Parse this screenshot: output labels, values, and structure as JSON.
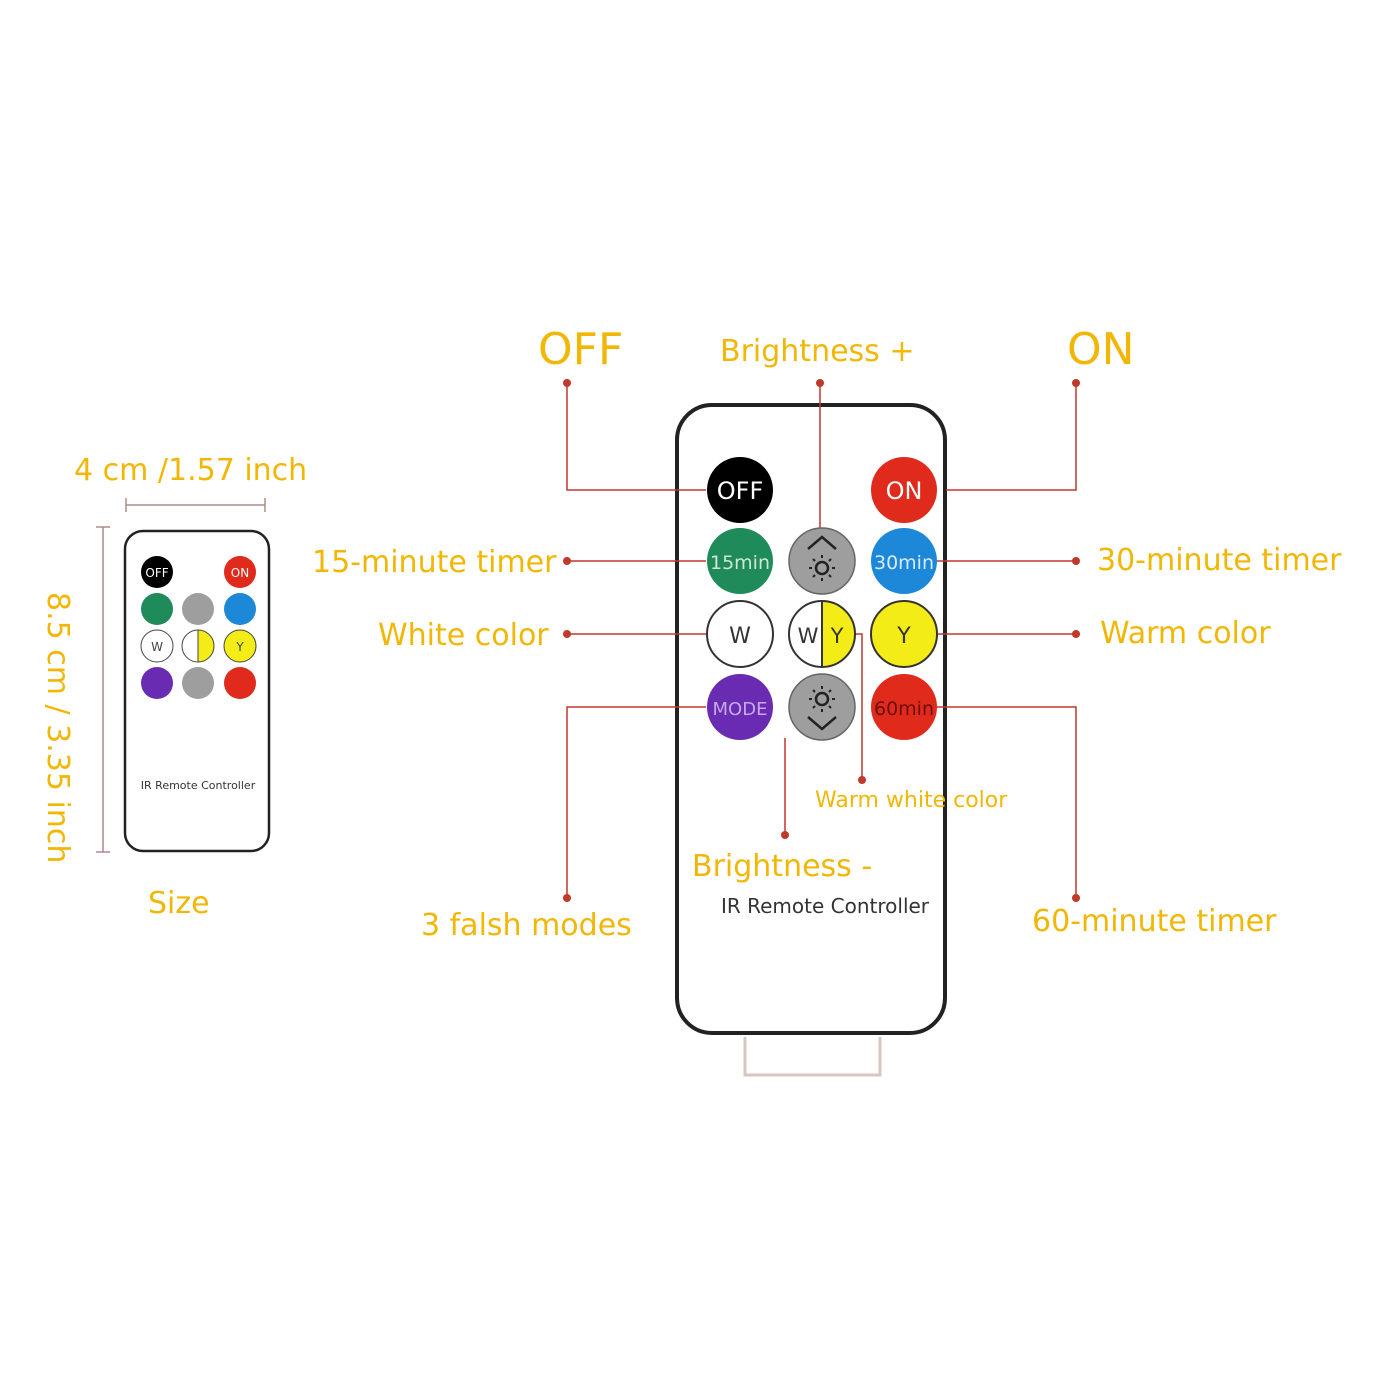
{
  "labels": {
    "off": "OFF",
    "brightness_plus": "Brightness +",
    "on": "ON",
    "timer_15": "15-minute timer",
    "timer_30": "30-minute timer",
    "white_color": "White color",
    "warm_color": "Warm color",
    "warm_white_color": "Warm white  color",
    "brightness_minus": "Brightness -",
    "flash_modes": "3 falsh modes",
    "timer_60": "60-minute timer"
  },
  "size_panel": {
    "width_label": "4 cm /1.57 inch",
    "height_label": "8.5 cm / 3.35 inch",
    "caption": "Size"
  },
  "remote": {
    "caption": "IR Remote Controller",
    "buttons": {
      "off": "OFF",
      "on": "ON",
      "min15": "15min",
      "min30": "30min",
      "w": "W",
      "wy_w": "W",
      "wy_y": "Y",
      "y": "Y",
      "mode": "MODE",
      "min60": "60min"
    }
  },
  "colors": {
    "label": "#f2b705",
    "leader": "#c0392b",
    "off": "#000000",
    "on": "#e02a1b",
    "green": "#1f8a5a",
    "blue": "#1e88d8",
    "white": "#ffffff",
    "yellow": "#f4ec16",
    "purple": "#6a2bb3",
    "red": "#e02a1b",
    "gray": "#9e9e9e"
  },
  "icons": [
    "brightness-up-icon",
    "brightness-down-icon"
  ]
}
